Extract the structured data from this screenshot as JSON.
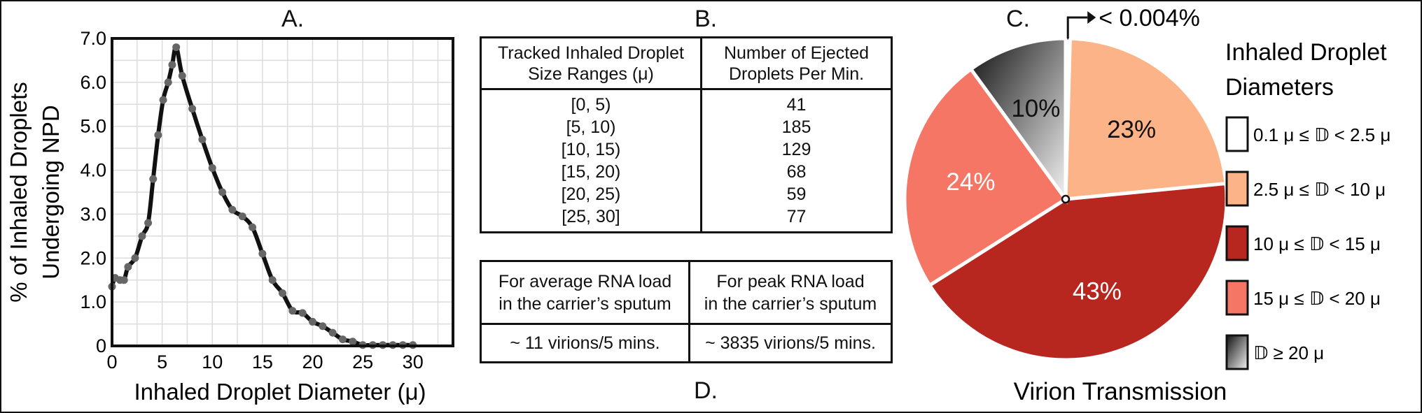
{
  "panels": {
    "a_label": "A.",
    "b_label": "B.",
    "c_label": "C.",
    "d_label": "D."
  },
  "chart_data": [
    {
      "type": "line",
      "panel": "A.",
      "xlabel": "Inhaled Droplet Diameter (μ)",
      "ylabel_line1": "% of Inhaled Droplets",
      "ylabel_line2": "Undergoing NPD",
      "xlim": [
        0,
        34
      ],
      "ylim": [
        0,
        7.0
      ],
      "xticks": [
        0,
        5,
        10,
        15,
        20,
        25,
        30
      ],
      "yticks": [
        0,
        1.0,
        2.0,
        3.0,
        4.0,
        5.0,
        6.0,
        7.0
      ],
      "ytick_labels": [
        "0",
        "1.0",
        "2.0",
        "3.0",
        "4.0",
        "5.0",
        "6.0",
        "7.0"
      ],
      "grid": true,
      "x": [
        0,
        0.3,
        0.8,
        1.2,
        1.6,
        2.3,
        3.0,
        3.6,
        4.1,
        4.6,
        5.1,
        5.6,
        6.0,
        6.4,
        7.0,
        8.0,
        9.0,
        10.0,
        11.0,
        12.0,
        13.0,
        14.0,
        15.0,
        16.0,
        17.0,
        18.0,
        19.0,
        20.0,
        21.0,
        22.0,
        23.0,
        24.0,
        25.0,
        26.0,
        27.0,
        28.0,
        29.0,
        30.0
      ],
      "y": [
        1.35,
        1.55,
        1.5,
        1.5,
        1.8,
        2.0,
        2.5,
        2.8,
        3.8,
        4.8,
        5.6,
        6.0,
        6.4,
        6.8,
        6.15,
        5.4,
        4.7,
        4.05,
        3.5,
        3.1,
        2.95,
        2.7,
        2.1,
        1.5,
        1.2,
        0.8,
        0.75,
        0.55,
        0.45,
        0.3,
        0.15,
        0.1,
        0.02,
        0.02,
        0.02,
        0.02,
        0.02,
        0.02
      ]
    },
    {
      "type": "pie",
      "panel": "C.",
      "title": "Virion Transmission",
      "legend_title_line1": "Inhaled Droplet",
      "legend_title_line2": "Diameters",
      "legend_position": "right",
      "slices": [
        {
          "label": "0.1 μ ≤ 𝔻 < 2.5 μ",
          "value": 0.004,
          "display": "< 0.004%",
          "color": "#ffffff"
        },
        {
          "label": "2.5 μ ≤ 𝔻 < 10 μ",
          "value": 23,
          "display": "23%",
          "color": "#fbb387",
          "text_color": "#111111"
        },
        {
          "label": "10 μ ≤ 𝔻 < 15 μ",
          "value": 43,
          "display": "43%",
          "color": "#b8271f",
          "text_color": "#ffffff"
        },
        {
          "label": "15 μ ≤ 𝔻 < 20 μ",
          "value": 24,
          "display": "24%",
          "color": "#f67666",
          "text_color": "#ffffff"
        },
        {
          "label": "𝔻 ≥ 20 μ",
          "value": 10,
          "display": "10%",
          "color": "#444444",
          "gradient": true,
          "text_color": "#111111"
        }
      ]
    }
  ],
  "table_b": {
    "header_col1_line1": "Tracked Inhaled Droplet",
    "header_col1_line2": "Size Ranges (μ)",
    "header_col2_line1": "Number of Ejected",
    "header_col2_line2": "Droplets Per Min.",
    "rows": [
      [
        "[0, 5)",
        "41"
      ],
      [
        "[5, 10)",
        "185"
      ],
      [
        "[10, 15)",
        "129"
      ],
      [
        "[15, 20)",
        "68"
      ],
      [
        "[20, 25)",
        "59"
      ],
      [
        "[25, 30]",
        "77"
      ]
    ]
  },
  "table_d": {
    "col1_line1": "For average RNA load",
    "col1_line2": "in the carrier’s sputum",
    "col2_line1": "For peak RNA load",
    "col2_line2": "in the carrier’s sputum",
    "col1_value": "~ 11 virions/5 mins.",
    "col2_value": "~ 3835 virions/5 mins."
  }
}
